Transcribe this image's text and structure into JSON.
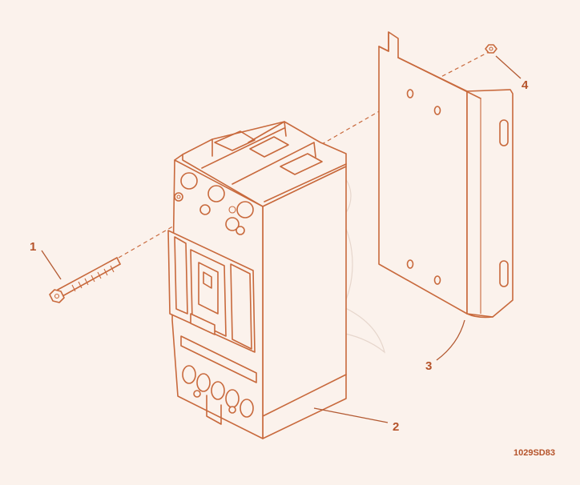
{
  "callouts": {
    "c1": "1",
    "c2": "2",
    "c3": "3",
    "c4": "4"
  },
  "drawing_code": "1029SD83",
  "colors": {
    "line": "#c8693c",
    "text": "#b5532a",
    "background": "#fbf2ec"
  }
}
